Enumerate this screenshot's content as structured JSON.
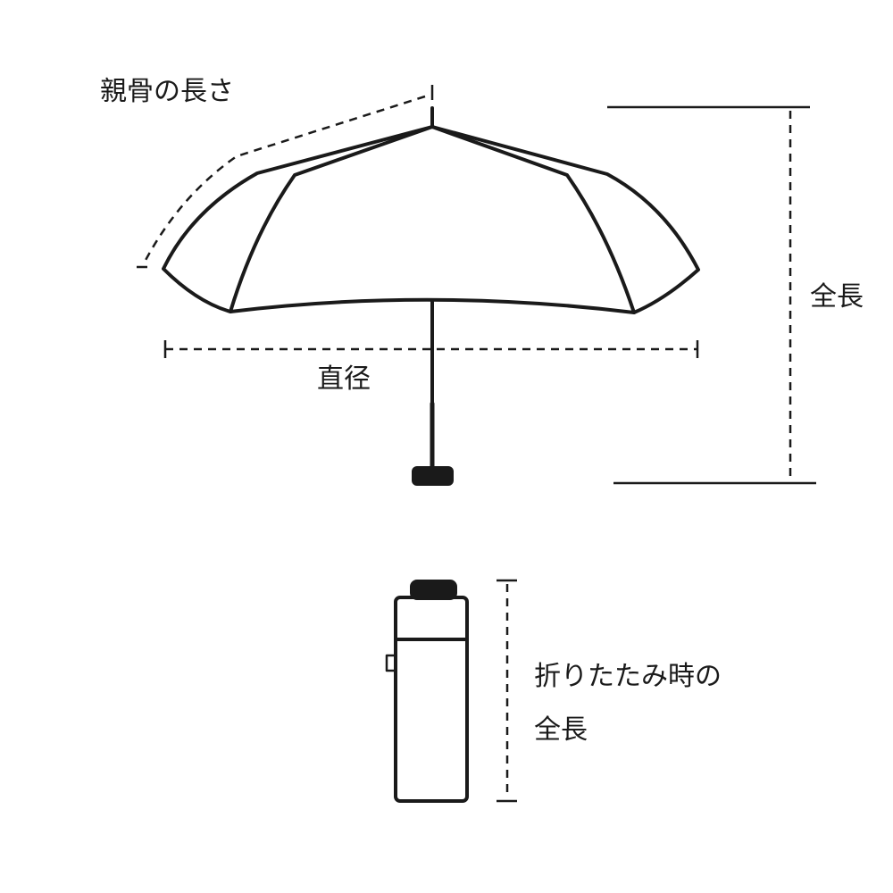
{
  "labels": {
    "rib_length": "親骨の長さ",
    "diameter": "直径",
    "total_length": "全長",
    "folded_length_line1": "折りたたみ時の",
    "folded_length_line2": "全長"
  },
  "colors": {
    "ink": "#1a1a1a",
    "background": "#ffffff"
  }
}
